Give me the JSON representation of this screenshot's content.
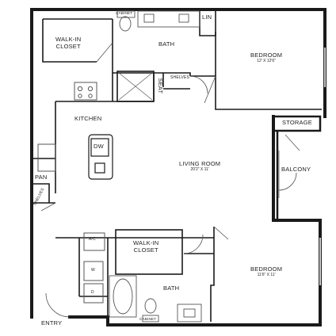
{
  "rooms": {
    "walk_in_closet_top": {
      "line1": "WALK-IN",
      "line2": "CLOSET"
    },
    "bath_top": "BATH",
    "linen": "LIN",
    "cabinet_top": "CABINET",
    "bedroom_top": {
      "name": "BEDROOM",
      "size": "12' X 12'6\""
    },
    "seat": "SEAT",
    "shelves_top": "SHELVES",
    "kitchen": "KITCHEN",
    "dishwasher": "DW",
    "storage": "STORAGE",
    "living_room": {
      "name": "LIVING ROOM",
      "size": "20'2\" X 11'"
    },
    "balcony": "BALCONY",
    "pantry": "PAN",
    "shelves_left": "SHELVES",
    "ac": "A/C",
    "walk_in_closet_bottom": {
      "line1": "WALK-IN",
      "line2": "CLOSET"
    },
    "washer": "W",
    "dryer": "D",
    "bath_bottom": "BATH",
    "bedroom_bottom": {
      "name": "BEDROOM",
      "size": "11'6\" X 11'"
    },
    "cabinet_bottom": "CABINET",
    "entry": "ENTRY"
  },
  "colors": {
    "wall": "#1a1a1a",
    "fixture": "#555555",
    "background": "#ffffff"
  }
}
